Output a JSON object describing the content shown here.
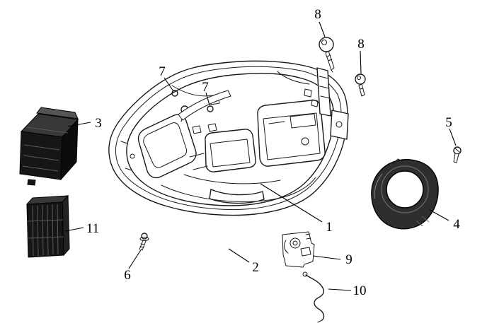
{
  "colors": {
    "background": "#ffffff",
    "line": "#1a1a1a",
    "dark_part": "#161616",
    "mid_part": "#2e2e2e"
  },
  "callouts": {
    "c1": "1",
    "c2": "2",
    "c3": "3",
    "c4": "4",
    "c5": "5",
    "c6": "6",
    "c7a": "7",
    "c7b": "7",
    "c8a": "8",
    "c8b": "8",
    "c9": "9",
    "c10": "10",
    "c11": "11"
  }
}
